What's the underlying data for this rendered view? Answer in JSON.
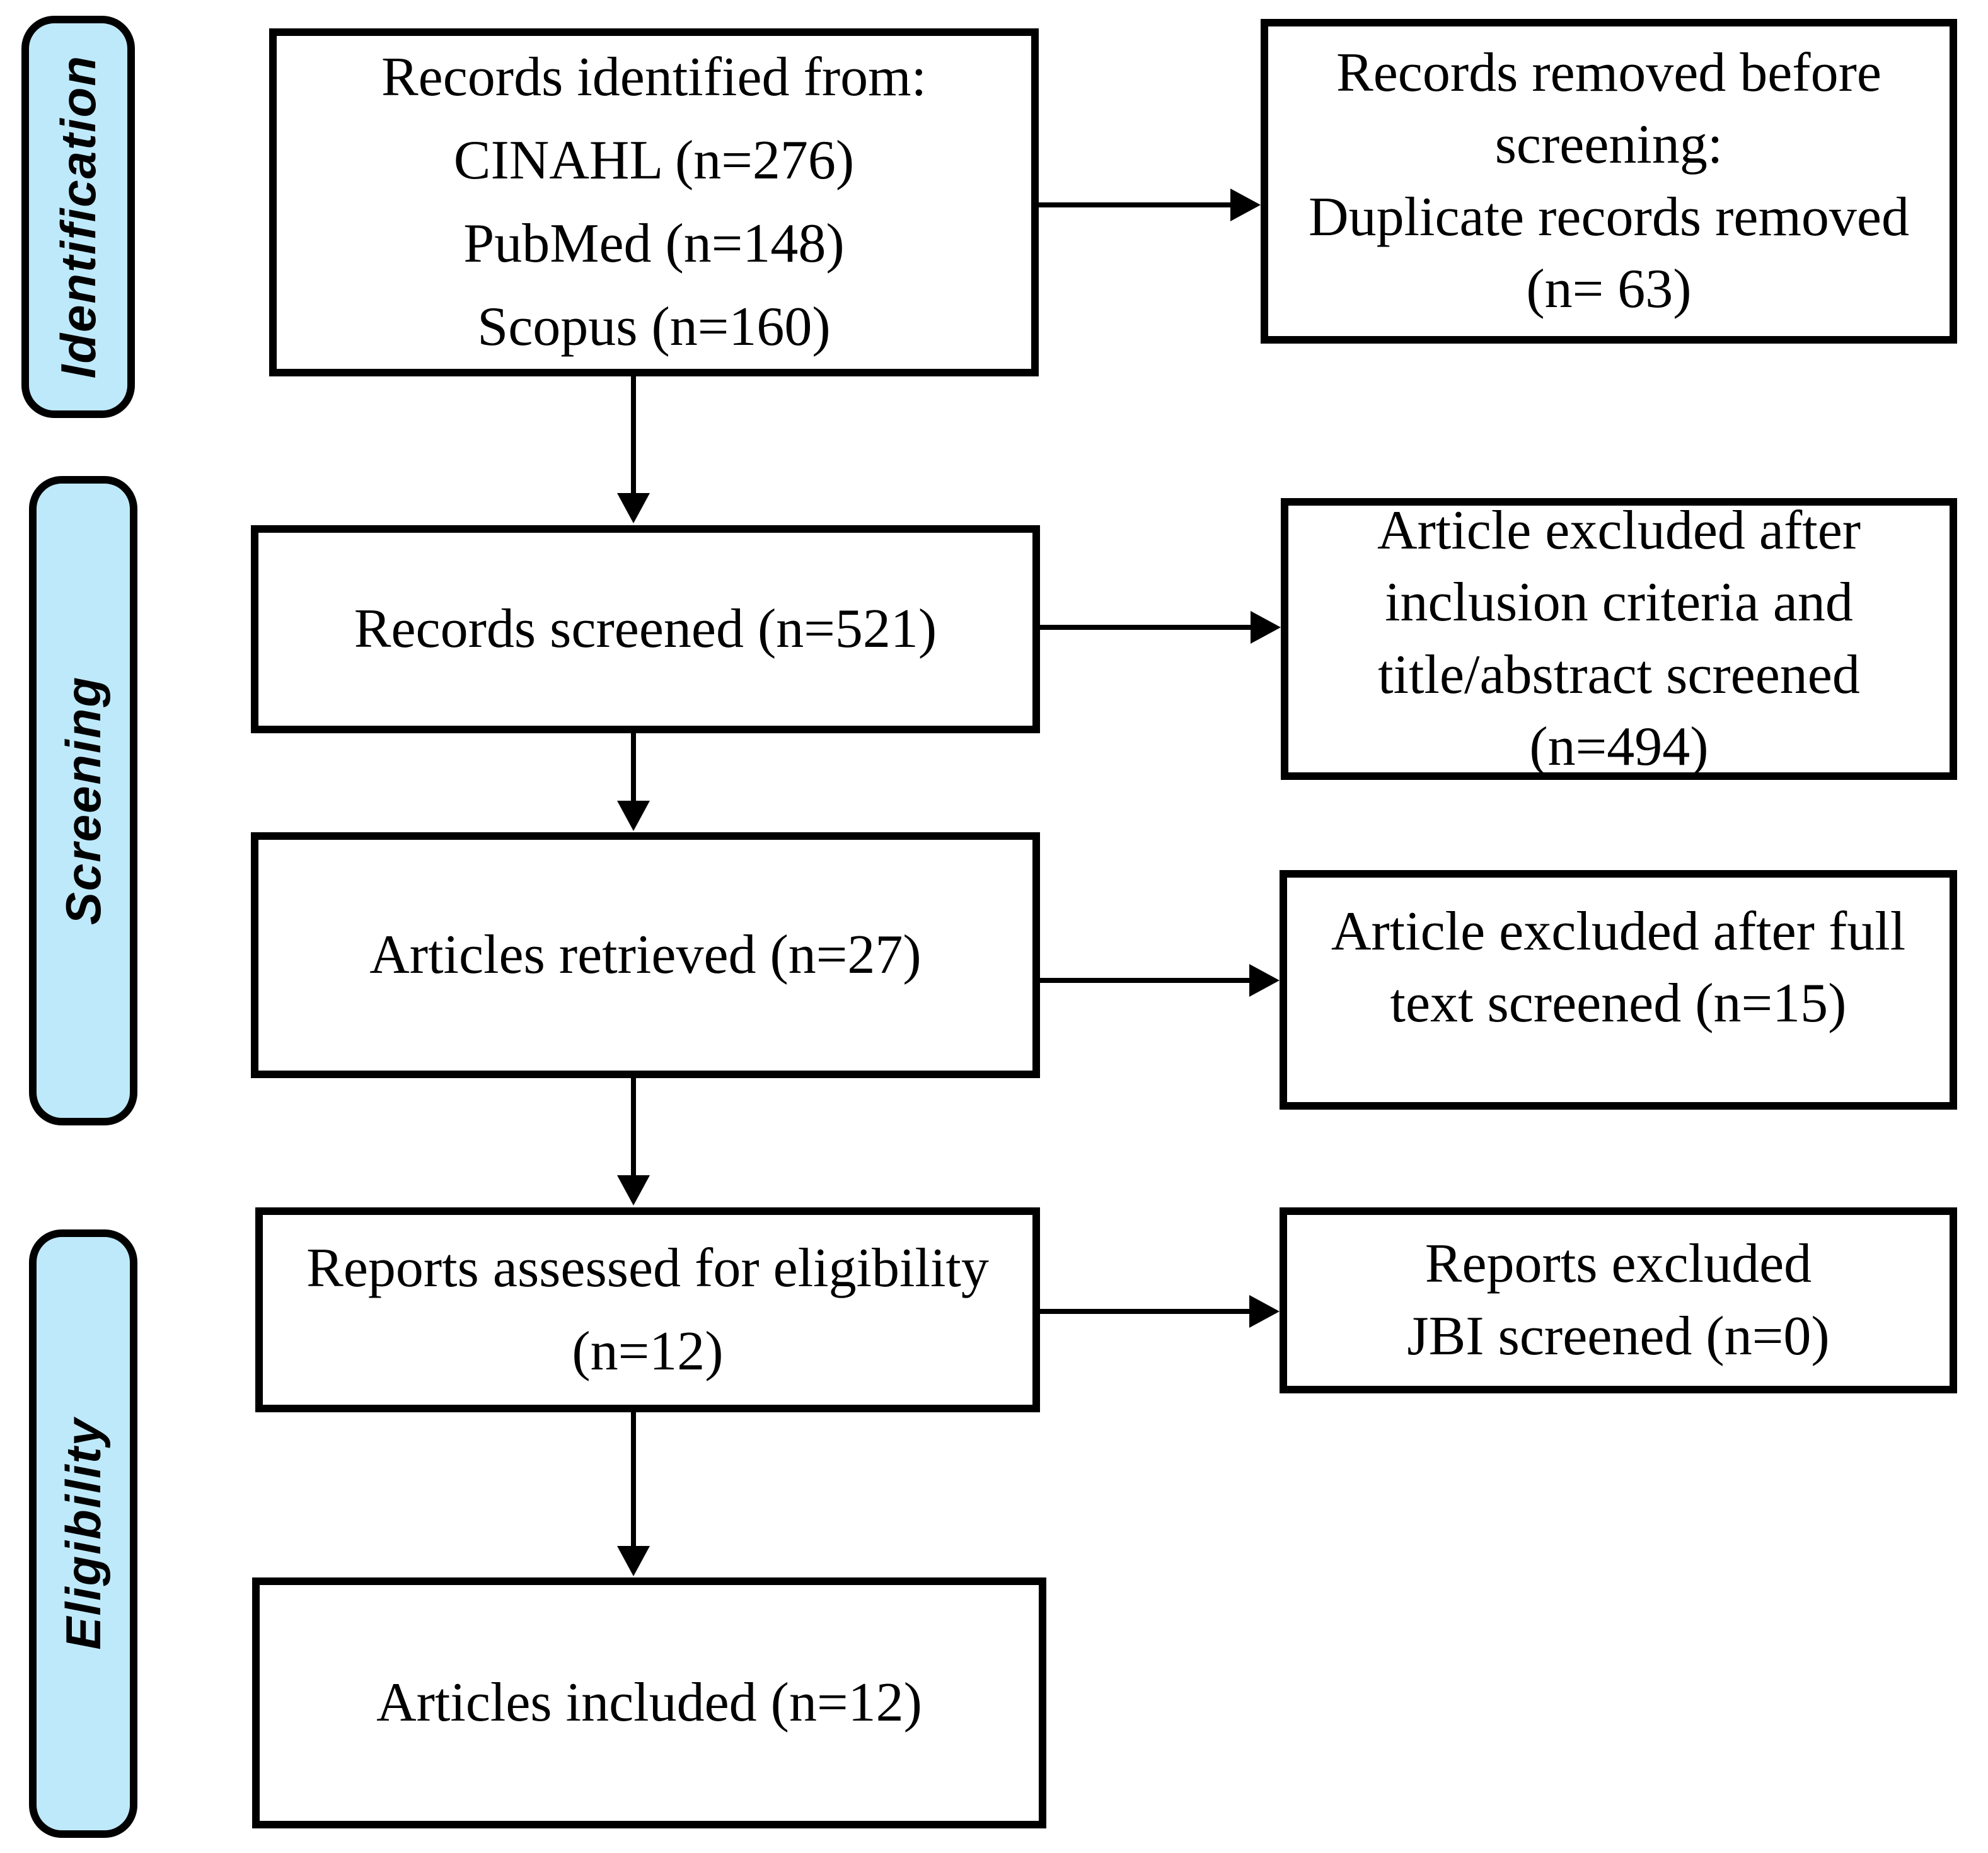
{
  "diagram": {
    "title": "PRISMA article selection flow diagram",
    "colors": {
      "stage_fill": "#BEE9FA",
      "border": "#000000",
      "background": "#FFFFFF"
    },
    "stages": [
      {
        "label": "Identification"
      },
      {
        "label": "Screening"
      },
      {
        "label": "Eligibility"
      }
    ],
    "main_boxes": [
      {
        "lines": [
          "Records identified from:",
          "CINAHL (n=276)",
          "PubMed (n=148)",
          "Scopus (n=160)"
        ]
      },
      {
        "lines": [
          "Records screened (n=521)"
        ]
      },
      {
        "lines": [
          "Articles retrieved (n=27)"
        ]
      },
      {
        "lines": [
          "Reports assessed for eligibility",
          "(n=12)"
        ]
      },
      {
        "lines": [
          "Articles included (n=12)"
        ]
      }
    ],
    "side_boxes": [
      {
        "lines": [
          "Records removed before",
          "screening:",
          "Duplicate records removed",
          "(n= 63)"
        ]
      },
      {
        "lines": [
          "Article excluded after",
          "inclusion criteria and",
          "title/abstract screened",
          "(n=494)"
        ]
      },
      {
        "lines": [
          "Article excluded after full",
          "text screened (n=15)"
        ]
      },
      {
        "lines": [
          "Reports excluded",
          "JBI screened (n=0)"
        ]
      }
    ]
  }
}
